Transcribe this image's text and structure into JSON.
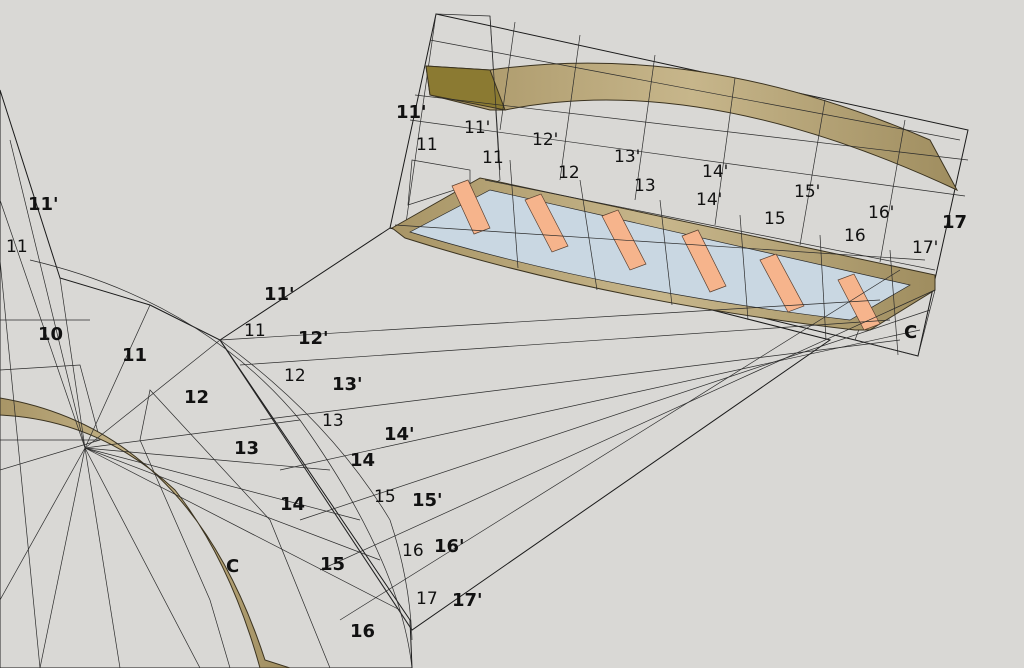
{
  "colors": {
    "background": "#d9d8d5",
    "panel": "#c9d7e2",
    "panel_light": "#d3dee8",
    "cyan": "#cdf3f5",
    "wood": "#b9a77a",
    "wood_dark": "#8c7a3a",
    "orange": "#f6b48c",
    "line": "#1a1a1a"
  },
  "labels": {
    "left_11p": "11'",
    "left_11": "11",
    "left_10": "10",
    "left_11b": "11",
    "left_12": "12",
    "left_13": "13",
    "left_14": "14",
    "left_15": "15",
    "left_16": "16",
    "left_c": "C",
    "mid_11p": "11'",
    "mid_11": "11",
    "mid_12p": "12'",
    "mid_12": "12",
    "mid_13p": "13'",
    "mid_13": "13",
    "mid_14p": "14'",
    "mid_14": "14",
    "mid_15": "15",
    "mid_15p": "15'",
    "mid_16": "16",
    "mid_16p": "16'",
    "mid_17": "17",
    "mid_17p": "17'",
    "top_11p_a": "11'",
    "top_11_a": "11",
    "top_11p_b": "11'",
    "top_11_b": "11",
    "top_12p": "12'",
    "top_12": "12",
    "top_13p": "13'",
    "top_13": "13",
    "top_14p_a": "14'",
    "top_14p_b": "14'",
    "top_15p": "15'",
    "top_15": "15",
    "top_16p": "16'",
    "top_16": "16",
    "top_17": "17",
    "top_17p": "17'",
    "top_c": "C"
  }
}
